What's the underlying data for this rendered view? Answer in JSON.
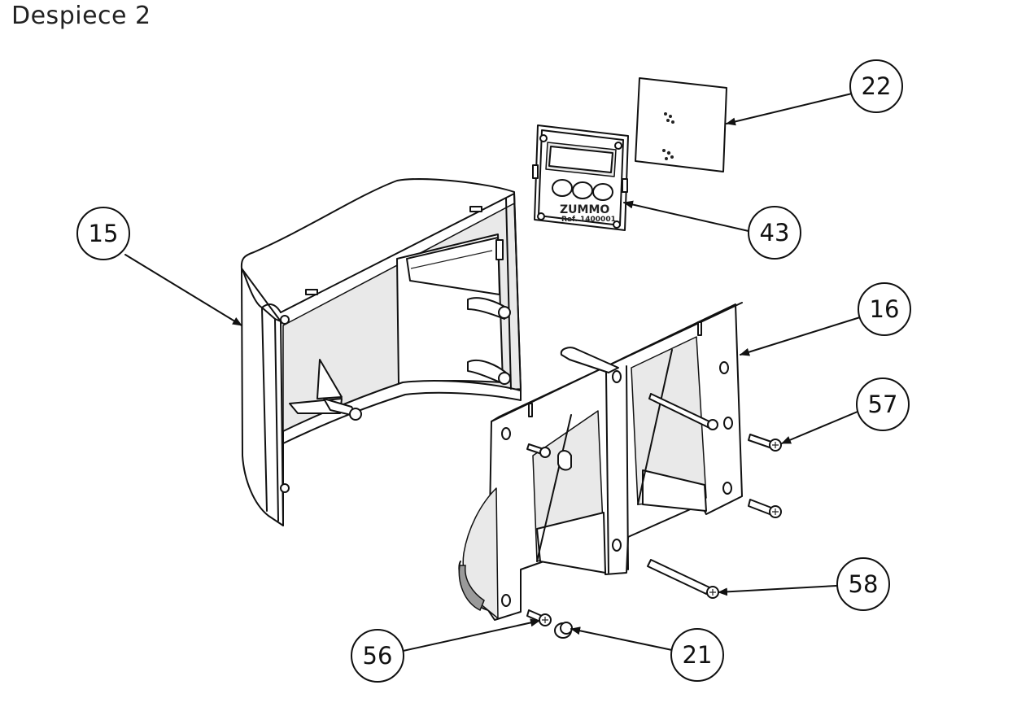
{
  "title": "Despiece 2",
  "callouts": [
    {
      "id": "c15",
      "label": "15"
    },
    {
      "id": "c16",
      "label": "16"
    },
    {
      "id": "c21",
      "label": "21"
    },
    {
      "id": "c22",
      "label": "22"
    },
    {
      "id": "c43",
      "label": "43"
    },
    {
      "id": "c56",
      "label": "56"
    },
    {
      "id": "c57",
      "label": "57"
    },
    {
      "id": "c58",
      "label": "58"
    }
  ],
  "panel_text": {
    "brand": "ZUMMO",
    "ref": "Ref. 1400001"
  },
  "colors": {
    "line": "#111111",
    "background": "#ffffff"
  }
}
